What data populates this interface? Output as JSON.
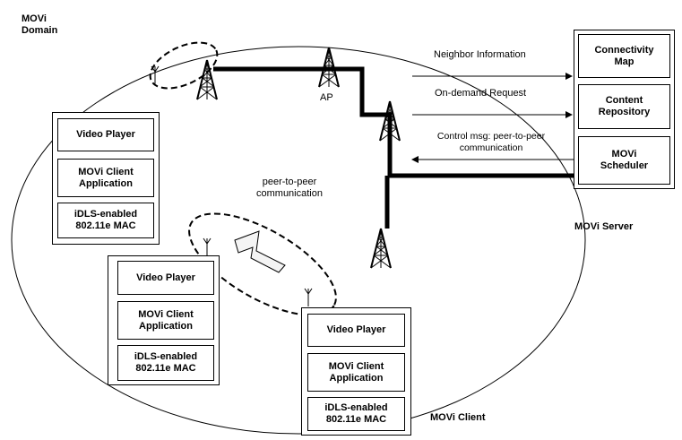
{
  "domain": {
    "title": "MOVi\nDomain"
  },
  "ap_label": "AP",
  "server": {
    "label": "MOVi Server",
    "components": [
      "Connectivity\nMap",
      "Content\nRepository",
      "MOVi\nScheduler"
    ]
  },
  "messages": {
    "neighbor": "Neighbor Information",
    "on_demand": "On-demand Request",
    "control": "Control msg: peer-to-peer\ncommunication"
  },
  "peer_label": "peer-to-peer\ncommunication",
  "client_label": "MOVi Client",
  "client_stack": [
    "Video Player",
    "MOVi Client\nApplication",
    "iDLS-enabled\n802.11e MAC"
  ]
}
